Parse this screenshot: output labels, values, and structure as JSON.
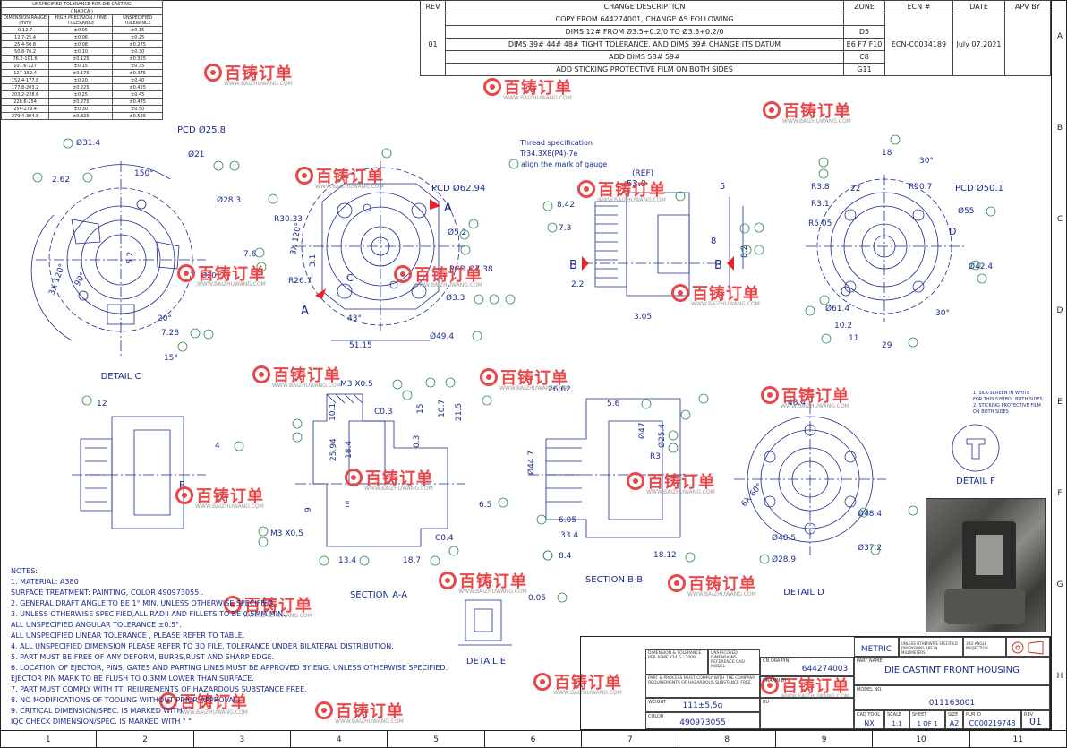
{
  "tolerance_table": {
    "title": "UNSPECIFIED TOLERANCE FOR DIE CASTING",
    "subtitle": "( NADCA )",
    "headers": [
      "DIMENSION RANGE (mm)",
      "HIGH PRECISION / FINE TOLERANCE",
      "UNSPECIFIED TOLERANCE"
    ],
    "rows": [
      [
        "0-12.7",
        "±0.05",
        "±0.15"
      ],
      [
        "12.7-25.4",
        "±0.06",
        "±0.25"
      ],
      [
        "25.4-50.8",
        "±0.08",
        "±0.275"
      ],
      [
        "50.8-76.2",
        "±0.10",
        "±0.30"
      ],
      [
        "76.2-101.6",
        "±0.125",
        "±0.325"
      ],
      [
        "101.6-127",
        "±0.15",
        "±0.35"
      ],
      [
        "127-152.4",
        "±0.175",
        "±0.375"
      ],
      [
        "152.4-177.8",
        "±0.20",
        "±0.40"
      ],
      [
        "177.8-203.2",
        "±0.225",
        "±0.425"
      ],
      [
        "203.2-228.6",
        "±0.25",
        "±0.45"
      ],
      [
        "228.6-254",
        "±0.275",
        "±0.475"
      ],
      [
        "254-279.4",
        "±0.30",
        "±0.50"
      ],
      [
        "279.4-304.8",
        "±0.325",
        "±0.525"
      ]
    ]
  },
  "revision_table": {
    "headers": [
      "REV",
      "CHANGE DESCRIPTION",
      "ZONE",
      "ECN #",
      "DATE",
      "APV BY"
    ],
    "rev": "01",
    "ecn": "ECN-CC034189",
    "date": "July 07,2021",
    "changes": [
      {
        "desc": "COPY FROM 644274001, CHANGE AS FOLLOWING",
        "zone": ""
      },
      {
        "desc": "DIMS 12# FROM Ø3.5+0.2/0 TO Ø3.3+0.2/0",
        "zone": "D5"
      },
      {
        "desc": "DIMS 39# 44# 48# TIGHT TOLERANCE, AND DIMS 39# CHANGE ITS DATUM",
        "zone": "E6 F7 F10"
      },
      {
        "desc": "ADD DIMS 58# 59#",
        "zone": "C8"
      },
      {
        "desc": "ADD STICKING PROTECTIVE FILM ON BOTH SIDES",
        "zone": "G11"
      }
    ]
  },
  "views": {
    "detail_c": "DETAIL C",
    "section_aa": "SECTION A-A",
    "section_bb": "SECTION B-B",
    "detail_d": "DETAIL D",
    "detail_e": "DETAIL E",
    "detail_f": "DETAIL F"
  },
  "dims": {
    "pcd1": "PCD Ø25.8",
    "d31": "Ø31.4",
    "d21": "Ø21",
    "d2_62": "2.62",
    "a150": "150°",
    "d28_3": "Ø28.3",
    "d7_6": "7.6",
    "d5_2": "5.2",
    "d20": "Ø20",
    "d7_28": "7.28",
    "a20": "20°",
    "a15": "15°",
    "a90": "90°",
    "a3x120": "3X 120°",
    "pcd2": "PCD Ø62.94",
    "r30": "R30.33",
    "a3x120b": "3X 120°",
    "r26": "R26.7",
    "d3_1": "3.1",
    "d5_2b": "Ø5.2",
    "pcd3": "PCD Ø7.38",
    "d3_3": "Ø3.3",
    "a43": "43°",
    "d51": "51.15",
    "d49": "Ø49.4",
    "thread1": "Thread specification",
    "thread2": "Tr34.3X8(P4)-7e",
    "thread3": "align the mark of gauge",
    "ref": "(REF)",
    "d52_9": "52.9",
    "d8_42": "8.42",
    "d7_3": "7.3",
    "d5": "5",
    "d8": "8",
    "d2_2": "2.2",
    "d3_05": "3.05",
    "d8_2": "8.2",
    "d18": "18",
    "d30deg": "30°",
    "r3_8": "R3.8",
    "d22": "22",
    "r50": "R50.7",
    "pcd4": "PCD Ø50.1",
    "r3_1": "R3.1",
    "r5_05": "R5.05",
    "d55": "Ø55",
    "d42_4": "Ø42.4",
    "d61_4": "Ø61.4",
    "d10_2": "10.2",
    "d11": "11",
    "d29": "29",
    "d30b": "30°",
    "d12": "12",
    "d4": "4",
    "m3": "M3 X0.5",
    "d10_1": "10.1",
    "c0_3": "C0.3",
    "d15": "15",
    "d10_7": "10.7",
    "d21_5": "21.5",
    "d25_94": "25.94",
    "d18_4": "18.4",
    "d0_3": "0.3",
    "d9": "9",
    "m3b": "M3 X0.5",
    "d6_5": "6.5",
    "c0_4": "C0.4",
    "d13_4": "13.4",
    "d18_7": "18.7",
    "d26_62": "26.62",
    "d5_6": "5.6",
    "d47": "Ø47",
    "d25_4": "Ø25.4",
    "d44_7": "Ø44.7",
    "r3": "R3",
    "d6_05": "6.05",
    "d33_4": "33.4",
    "d8_4": "8.4",
    "d18_12": "18.12",
    "d48_4": "48.4",
    "a60": "6X 60°",
    "d48_5": "Ø48.5",
    "d48_4b": "Ø48.4",
    "d37_2": "Ø37.2",
    "d28_9": "Ø28.9",
    "d0_05": "0.05"
  },
  "section_markers": [
    "A",
    "A",
    "B",
    "B",
    "C",
    "D",
    "E",
    "F"
  ],
  "notes": {
    "title": "NOTES:",
    "lines": [
      "1. MATERIAL: A380",
      "   SURFACE TREATMENT: PAINTING, COLOR 490973055 .",
      "2. GENERAL DRAFT ANGLE TO BE 1° MIN, UNLESS OTHERWISE SPECIFIED.",
      "3. UNLESS OTHERWISE SPECIFIED,ALL RADII AND FILLETS TO BE 0.5MM MIN.",
      "   ALL UNSPECIFIED ANGULAR TOLERANCE ±0.5°.",
      "   ALL UNSPECIFIED LINEAR TOLERANCE , PLEASE REFER TO TABLE.",
      "4. ALL UNSPECIFIED DIMENSION PLEASE REFER TO 3D FILE, TOLERANCE UNDER BILATERAL DISTRIBUTION.",
      "5. PART MUST BE FREE OF ANY DEFORM, BURRS,RUST AND SHARP EDGE.",
      "6. LOCATION OF EJECTOR, PINS, GATES AND PARTING LINES MUST BE APPROVED BY ENG, UNLESS OTHERWISE SPECIFIED.",
      "   EJECTOR PIN MARK TO BE FLUSH TO 0.3MM LOWER THAN SURFACE.",
      "7. PART MUST COMPLY WITH TTI REIUREMENTS OF HAZARDOUS SUBSTANCE FREE.",
      "8. NO MODIFICATIONS OF TOOLING WITHOUT PRIOR APPROVAL.",
      "9. CRITICAL DIMENSION/SPEC. IS MARKED WITH \"  \"",
      "   IQC CHECK DIMENSION/SPEC. IS MARKED WITH \"  \""
    ]
  },
  "detail_f_notes": [
    "1. SILK-SCREEN IN WHITE",
    "   FOR THIS SYMBOL BOTH SIDES",
    "2. STICKING PROTECTIVE FILM",
    "   ON BOTH SIDES"
  ],
  "title_block": {
    "metric": "METRIC",
    "metric_note": "UNLESS OTHERWISE SPECIFIED DIMENSIONS ARE IN MILLIMETERS",
    "projection": "3RD ANGLE PROJECTION",
    "dim_tol": "DIMENSION & TOLERANCE PER ASME Y14.5 - 2009",
    "unspec_dims": "UNSPECIFIED DIMENSIONS REFERENCE CAD MODEL",
    "part_process": "PART & PROCESS MUST COMPLY WITH THE COMPANY REQUIREMENTS OF HAZARDOUS SUBSTANCE FREE",
    "cn_ora_pin_label": "CN ORA PIN",
    "cn_ora_pin": "644274003",
    "part_name_label": "PART NAME",
    "part_name": "DIE CASTINT FRONT HOUSING",
    "weight_label": "WEIGHT",
    "weight": "111±5.5g",
    "color_label": "COLOR",
    "color": "490973055",
    "drawn_by_label": "DRAWN BY",
    "model_no_label": "MODEL NO.",
    "model_no": "011163001",
    "bu_label": "BU",
    "cad_tool_label": "CAD TOOL",
    "cad_tool": "NX",
    "scale_label": "SCALE",
    "scale": "1:1",
    "sheet_label": "SHEET",
    "sheet": "1 OF 1",
    "size_label": "SIZE",
    "size": "A2",
    "plm_label": "PLM ID",
    "plm": "CC00219748",
    "rev_label": "REV",
    "rev": "01"
  },
  "zones": {
    "columns": [
      "1",
      "2",
      "3",
      "4",
      "5",
      "6",
      "7",
      "8",
      "9",
      "10",
      "11"
    ],
    "rows": [
      "A",
      "B",
      "C",
      "D",
      "E",
      "F",
      "G",
      "H"
    ]
  },
  "watermark": {
    "brand": "百铸订单",
    "url": "WWW.BAIZHUWANG.COM"
  },
  "colors": {
    "drawing": "#1a2a8c",
    "watermark": "#e8484a",
    "balloon": "#2e8b57",
    "marker": "#e8232a"
  }
}
